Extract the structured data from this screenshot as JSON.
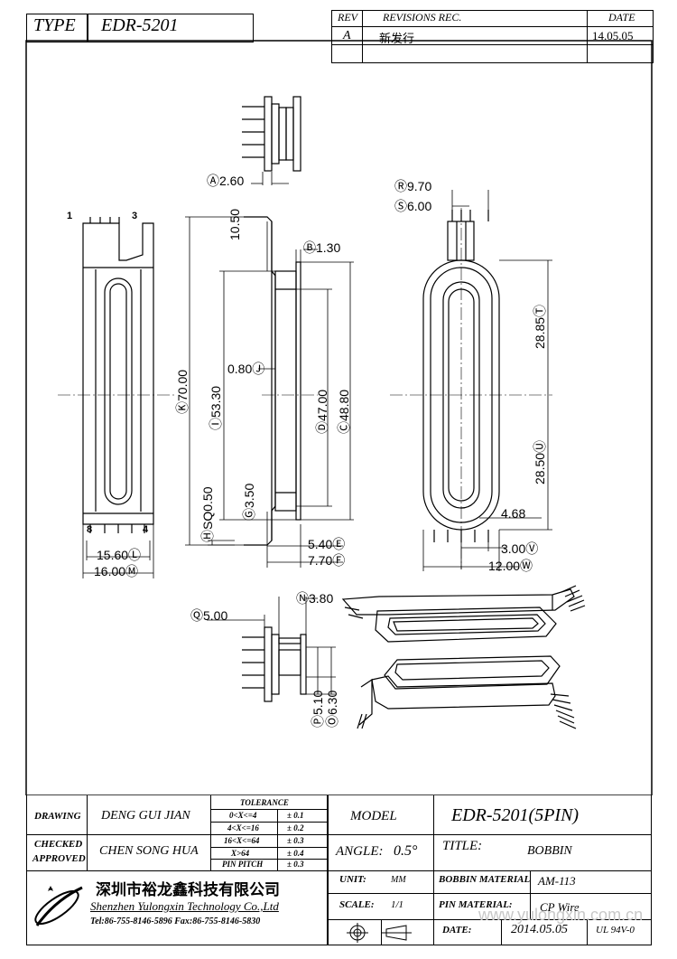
{
  "header": {
    "type_label": "TYPE",
    "type_value": "EDR-5201",
    "rev_label": "REV",
    "revisions_label": "REVISIONS REC.",
    "date_label": "DATE",
    "rev_letter": "A",
    "rev_text": "新发行",
    "rev_date": "14.05.05"
  },
  "dims": {
    "A": "Ⓐ2.60",
    "R": "Ⓡ9.70",
    "S": "Ⓢ6.00",
    "B": "Ⓑ1.30",
    "d1050": "10.50",
    "T": "28.85Ⓣ",
    "U": "28.50Ⓤ",
    "J": "0.80Ⓙ",
    "K": "Ⓚ70.00",
    "I": "Ⓘ53.30",
    "D": "Ⓓ47.00",
    "C": "Ⓒ48.80",
    "H": "ⒽSQ0.50",
    "G": "Ⓖ3.50",
    "d468": "4.68",
    "E": "5.40Ⓔ",
    "F": "7.70Ⓕ",
    "V": "3.00Ⓥ",
    "W": "12.00Ⓦ",
    "L": "15.60Ⓛ",
    "M": "16.00Ⓜ",
    "N": "Ⓝ3.80",
    "Q": "Ⓠ5.00",
    "P": "Ⓟ5.10",
    "O": "Ⓞ6.30",
    "pin1": "1",
    "pin3": "3",
    "pin8": "8",
    "pin4": "4"
  },
  "title_block": {
    "drawing_label": "DRAWING",
    "drawing_value": "DENG GUI JIAN",
    "checked_label": "CHECKED",
    "approved_label": "APPROVED",
    "checked_value": "CHEN SONG HUA",
    "tolerance_label": "TOLERANCE",
    "tolerances": [
      {
        "range": "0<X<=4",
        "tol": "± 0.1"
      },
      {
        "range": "4<X<=16",
        "tol": "± 0.2"
      },
      {
        "range": "16<X<=64",
        "tol": "± 0.3"
      },
      {
        "range": "X>64",
        "tol": "± 0.4"
      },
      {
        "range": "PIN PITCH",
        "tol": "± 0.3"
      }
    ],
    "model_label": "MODEL",
    "model_value": "EDR-5201(5PIN)",
    "angle_label": "ANGLE:",
    "angle_value": "0.5°",
    "title_label": "TITLE:",
    "title_value": "BOBBIN",
    "unit_label": "UNIT:",
    "unit_value": "MM",
    "bobbin_material_label": "BOBBIN MATERIAL",
    "bobbin_material_value": "AM-113",
    "scale_label": "SCALE:",
    "scale_value": "1/1",
    "pin_material_label": "PIN MATERIAL:",
    "pin_material_value": "CP Wire",
    "date_label": "DATE:",
    "date_value": "2014.05.05",
    "ul_value": "UL 94V-0",
    "company_cn": "深圳市裕龙鑫科技有限公司",
    "company_en": "Shenzhen Yulongxin Technology Co.,Ltd",
    "contact": "Tel:86-755-8146-5896  Fax:86-755-8146-5830",
    "watermark": "www.yulongxin.com.cn"
  }
}
